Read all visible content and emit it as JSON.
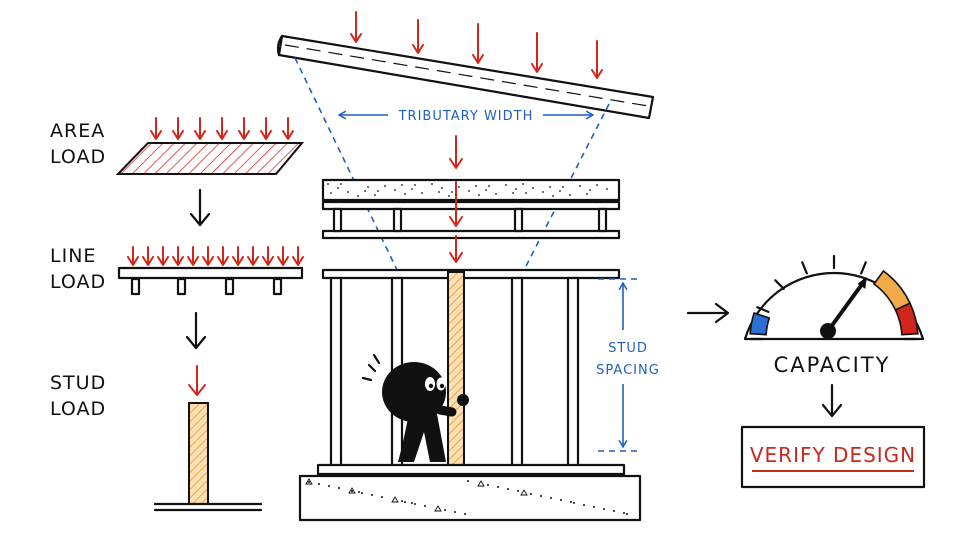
{
  "steps": {
    "area_load": [
      "AREA",
      "LOAD"
    ],
    "line_load": [
      "LINE",
      "LOAD"
    ],
    "stud_load": [
      "STUD",
      "LOAD"
    ]
  },
  "framing": {
    "tributary_width_label": "TRIBUTARY WIDTH",
    "stud_spacing_label": [
      "STUD",
      "SPACING"
    ]
  },
  "gauge": {
    "label": "CAPACITY",
    "needle_fraction": 0.7,
    "zones": [
      {
        "name": "low",
        "color": "#2a6fd1"
      },
      {
        "name": "high",
        "color": "#f2a94a"
      },
      {
        "name": "critical",
        "color": "#d3261b"
      }
    ]
  },
  "verify": {
    "label": "VERIFY DESIGN"
  },
  "colors": {
    "load_arrow": "#d3261b",
    "dimension": "#1f5fbf",
    "stud_highlight": "#f2a94a",
    "ink": "#111111"
  },
  "icons": [
    "down-arrow-icon",
    "right-arrow-icon",
    "load-arrow-icon",
    "gauge-icon",
    "worker-figure-icon"
  ]
}
